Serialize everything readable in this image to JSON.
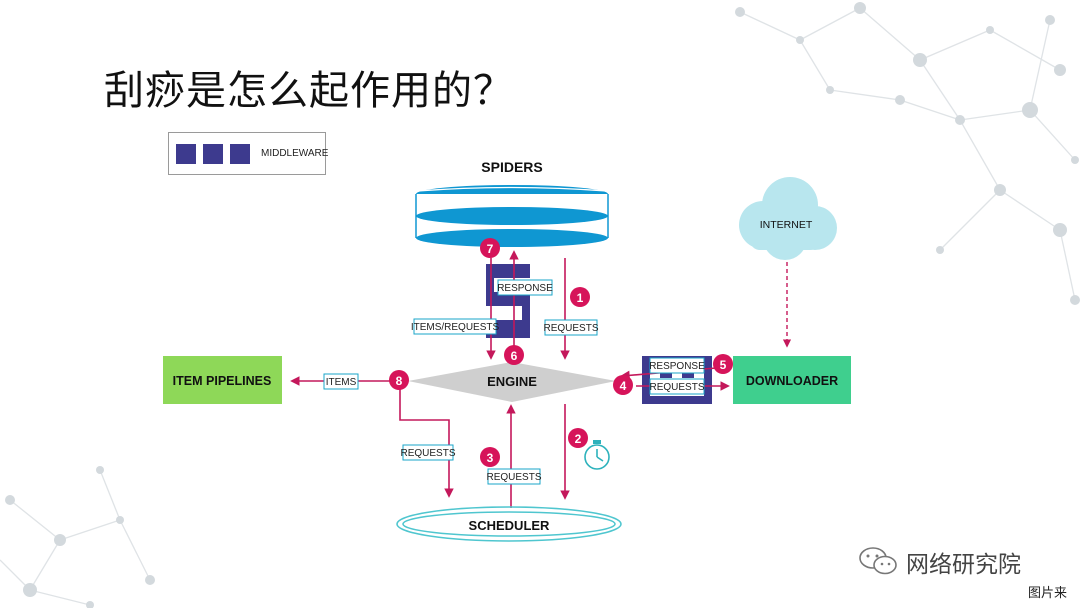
{
  "title": "刮痧是怎么起作用的？",
  "legend": {
    "label": "MIDDLEWARE"
  },
  "colors": {
    "middleware": "#3d3a8e",
    "arrow": "#c4185b",
    "step_circle": "#d6145a",
    "spiders": "#0f97d2",
    "pipelines": "#8ed858",
    "downloader": "#3fcf8e",
    "engine": "#cfcfcf",
    "scheduler_ring": "#4fc6cf",
    "cloud": "#b8e6ee",
    "label_border": "#1aa5c8"
  },
  "nodes": {
    "spiders": "SPIDERS",
    "engine": "ENGINE",
    "item_pipelines": "ITEM PIPELINES",
    "downloader": "DOWNLOADER",
    "scheduler": "SCHEDULER",
    "internet": "INTERNET"
  },
  "flow_labels": {
    "response_spider": "RESPONSE",
    "items_requests": "ITEMS/REQUESTS",
    "requests_spider": "REQUESTS",
    "items": "ITEMS",
    "requests_to_scheduler": "REQUESTS",
    "requests_from_scheduler": "REQUESTS",
    "response_downloader": "RESPONSE",
    "requests_downloader": "REQUESTS"
  },
  "steps": [
    "1",
    "2",
    "3",
    "4",
    "5",
    "6",
    "7",
    "8"
  ],
  "watermark": "网络研究院",
  "source": "图片来"
}
